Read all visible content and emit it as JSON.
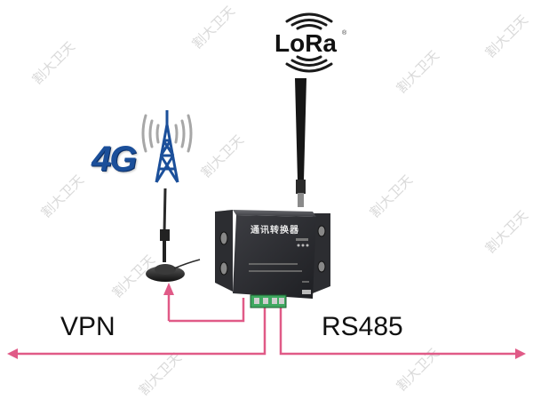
{
  "lora": {
    "brand": "LoRa",
    "reg_mark": "®"
  },
  "cellular": {
    "brand": "4G"
  },
  "device": {
    "title": "通讯转换器"
  },
  "links": {
    "left_label": "VPN",
    "right_label": "RS485"
  },
  "watermark": {
    "text": "割大卫天"
  },
  "colors": {
    "arrow": "#e05a87",
    "lora_waves": "#1a1a1a",
    "tower_waves": "#a7a7a7",
    "brand_4g": "#1b4f9a",
    "device_body": "#2b2c30"
  },
  "icons": [
    "lora-signal-icon",
    "cell-tower-icon",
    "antenna-icon",
    "terminal-block-icon"
  ]
}
